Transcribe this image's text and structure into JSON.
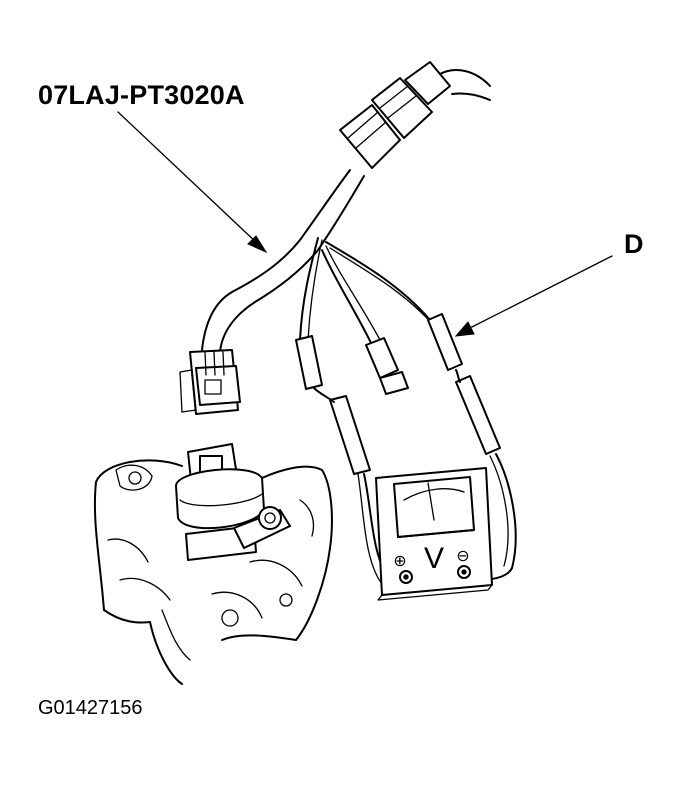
{
  "labels": {
    "tool_part_number": "07LAJ-PT3020A",
    "callout_d": "D",
    "figure_id": "G01427156"
  },
  "meter": {
    "positive_symbol": "⊕",
    "unit_symbol": "V",
    "negative_symbol": "⊖"
  },
  "colors": {
    "ink": "#000000",
    "background": "#ffffff"
  }
}
